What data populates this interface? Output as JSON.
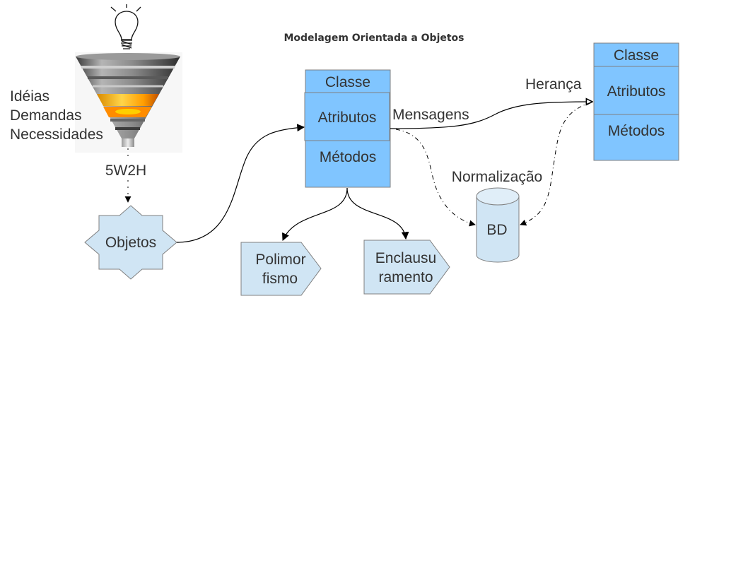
{
  "title": "Modelagem Orientada a Objetos",
  "colors": {
    "class_fill": "#80c5ff",
    "shape_fill": "#d0e5f4",
    "stroke": "#808080",
    "text": "#333333",
    "connector": "#000000"
  },
  "funnel": {
    "labels": [
      "Idéias",
      "Demandas",
      "Necessidades"
    ],
    "icons": [
      "lightbulb-icon",
      "funnel-icon"
    ]
  },
  "connector_labels": {
    "five_w2h": "5W2H",
    "mensagens": "Mensagens",
    "heranca": "Herança",
    "normalizacao": "Normalização"
  },
  "objetos": {
    "label": "Objetos"
  },
  "class_main": {
    "header": "Classe",
    "attributes": "Atributos",
    "methods": "Métodos"
  },
  "class_parent": {
    "header": "Classe",
    "attributes": "Atributos",
    "methods": "Métodos"
  },
  "database": {
    "label": "BD"
  },
  "polimorfismo": {
    "line1": "Polimor",
    "line2": "fismo"
  },
  "enclausuramento": {
    "line1": "Enclausu",
    "line2": "ramento"
  }
}
